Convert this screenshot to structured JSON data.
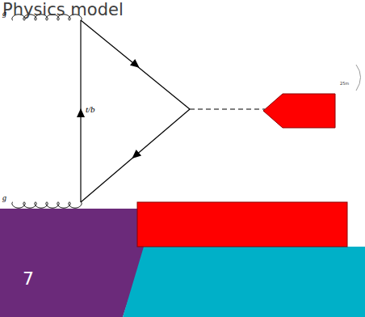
{
  "diagram": {
    "title": "Physics model",
    "labels": [
      "g",
      "t/b",
      "25m",
      "g",
      "7"
    ]
  }
}
